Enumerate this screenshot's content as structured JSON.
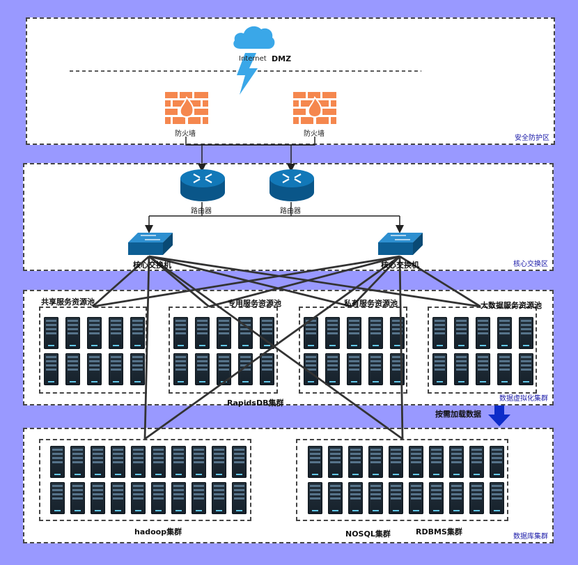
{
  "zones": {
    "security": "安全防护区",
    "core": "核心交换区",
    "virtual": "数据虚拟化集群",
    "database": "数据库集群"
  },
  "dmz": {
    "internet": "Internet",
    "dmz": "DMZ"
  },
  "firewalls": [
    "防火墙",
    "防火墙"
  ],
  "routers": [
    "路由器",
    "路由器"
  ],
  "switches": [
    "核心交换机",
    "核心交换机"
  ],
  "pools": [
    "共享服务资源池",
    "专用服务资源池",
    "私有服务资源池",
    "大数据服务资源池"
  ],
  "clusters": {
    "rapids": "RapidsDB集群",
    "hadoop": "hadoop集群",
    "nosql": "NOSQL集群",
    "rdbms": "RDBMS集群"
  },
  "load_label": "按需加载数据",
  "colors": {
    "frame": "#9999ff",
    "firewall": "#f5874e",
    "router": "#0f6aa3",
    "cloud": "#3aa7e8",
    "arrow": "#0d2cc9"
  }
}
